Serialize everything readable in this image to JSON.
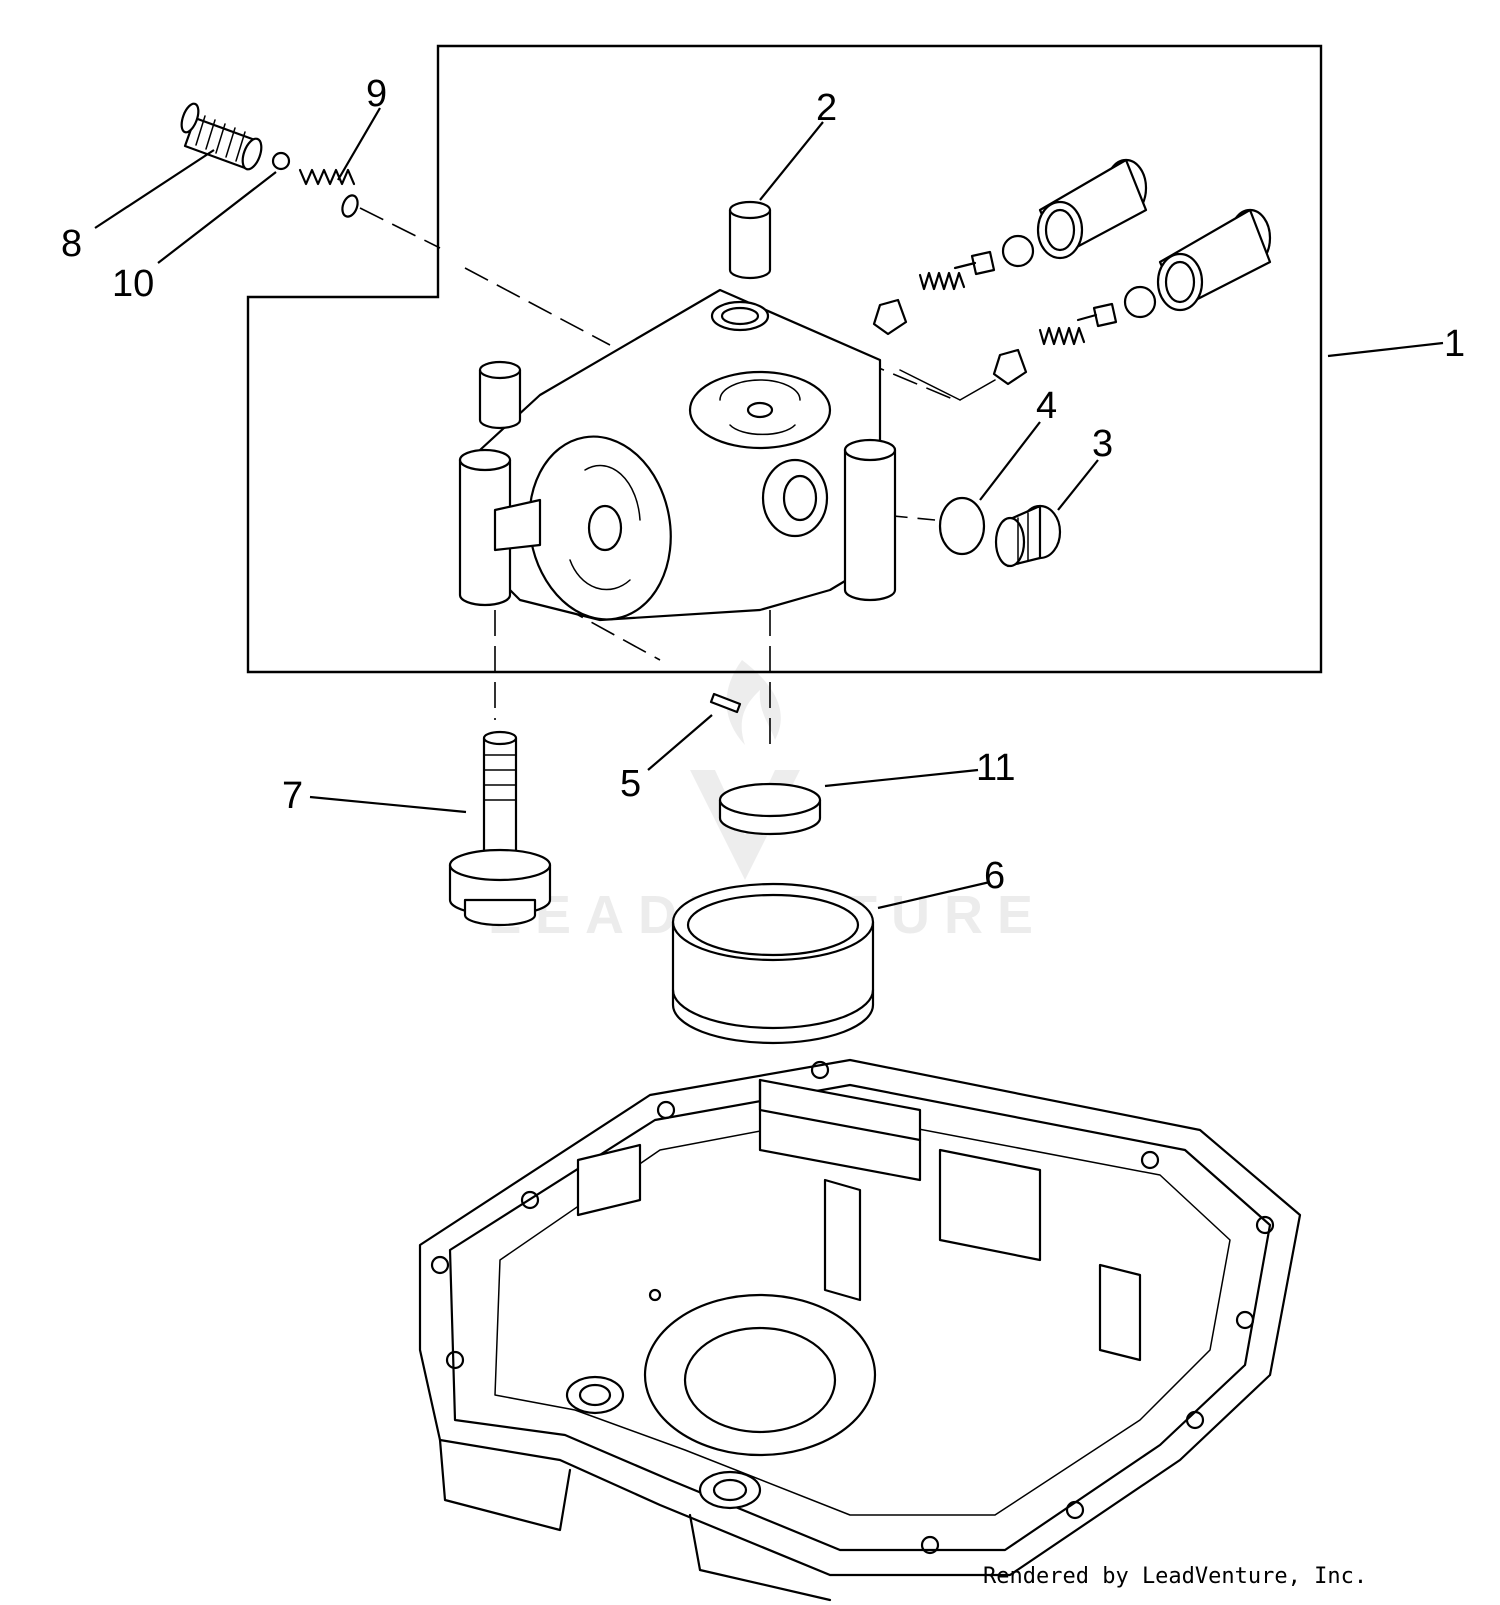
{
  "callouts": [
    {
      "id": "1",
      "label": "1"
    },
    {
      "id": "2",
      "label": "2"
    },
    {
      "id": "3",
      "label": "3"
    },
    {
      "id": "4",
      "label": "4"
    },
    {
      "id": "5",
      "label": "5"
    },
    {
      "id": "6",
      "label": "6"
    },
    {
      "id": "7",
      "label": "7"
    },
    {
      "id": "8",
      "label": "8"
    },
    {
      "id": "9",
      "label": "9"
    },
    {
      "id": "10",
      "label": "10"
    },
    {
      "id": "11",
      "label": "11"
    }
  ],
  "watermark": "LEADVENTURE",
  "credit": "Rendered by LeadVenture, Inc."
}
